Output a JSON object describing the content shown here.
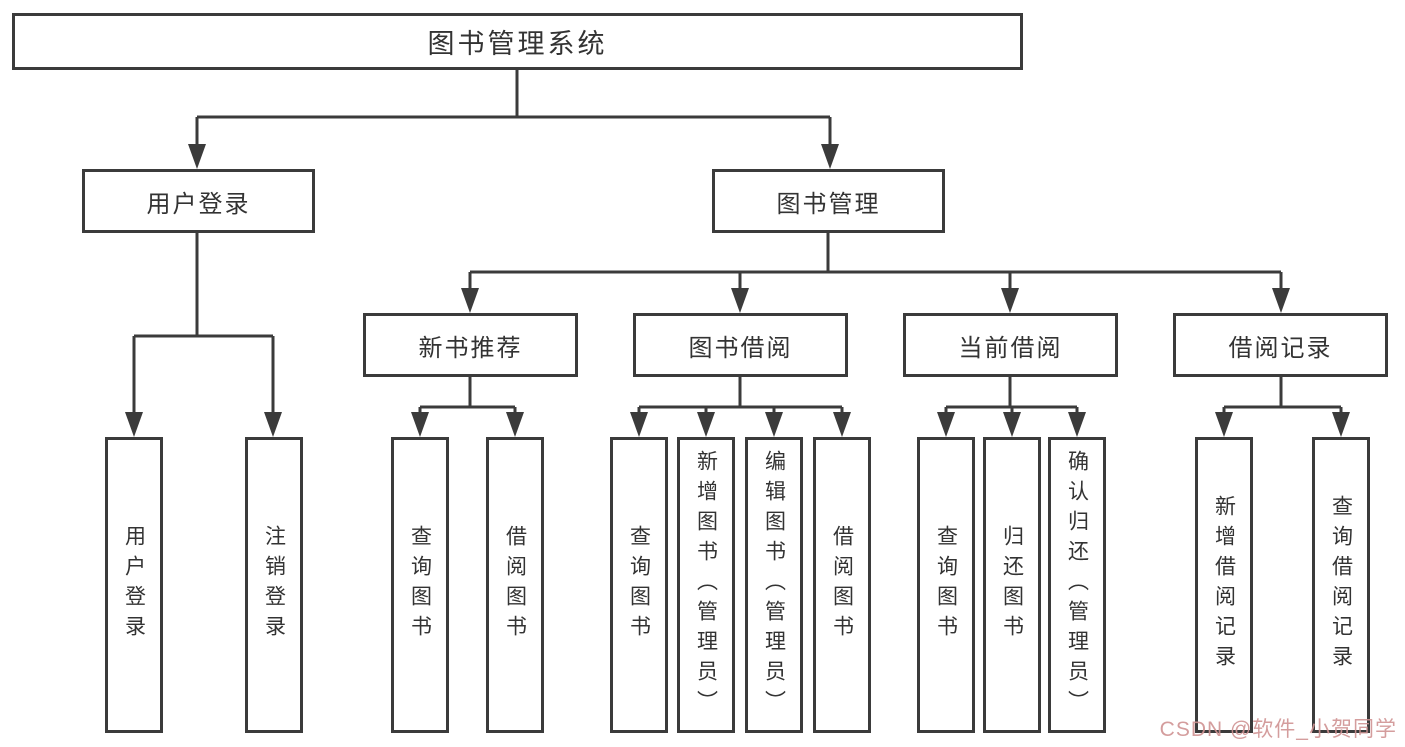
{
  "diagram": {
    "root": {
      "label": "图书管理系统"
    },
    "branches": [
      {
        "label": "用户登录",
        "children": [
          {
            "label": "用户登录"
          },
          {
            "label": "注销登录"
          }
        ]
      },
      {
        "label": "图书管理",
        "children": [
          {
            "label": "新书推荐",
            "children": [
              {
                "label": "查询图书"
              },
              {
                "label": "借阅图书"
              }
            ]
          },
          {
            "label": "图书借阅",
            "children": [
              {
                "label": "查询图书"
              },
              {
                "label": "新增图书（管理员）"
              },
              {
                "label": "编辑图书（管理员）"
              },
              {
                "label": "借阅图书"
              }
            ]
          },
          {
            "label": "当前借阅",
            "children": [
              {
                "label": "查询图书"
              },
              {
                "label": "归还图书"
              },
              {
                "label": "确认归还（管理员）"
              }
            ]
          },
          {
            "label": "借阅记录",
            "children": [
              {
                "label": "新增借阅记录"
              },
              {
                "label": "查询借阅记录"
              }
            ]
          }
        ]
      }
    ]
  },
  "watermark": {
    "text": "CSDN @软件_小贺同学",
    "color": "rgba(207, 146, 146, 0.9)"
  },
  "colors": {
    "line": "#3b3b3b",
    "text": "#333333",
    "background": "#ffffff"
  }
}
